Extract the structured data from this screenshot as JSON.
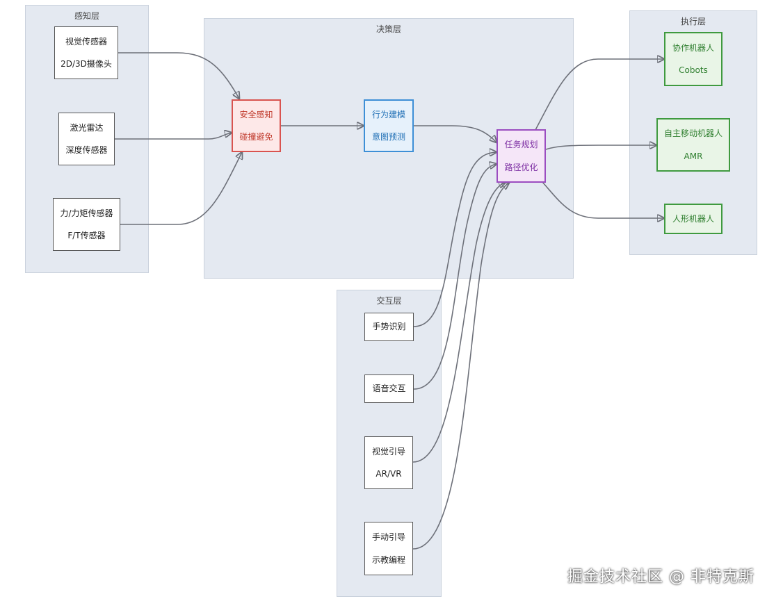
{
  "layers": {
    "perception": "感知层",
    "decision": "决策层",
    "execution": "执行层",
    "interaction": "交互层"
  },
  "nodes": {
    "vision_sensor": [
      "视觉传感器",
      "2D/3D摄像头"
    ],
    "lidar": [
      "激光雷达",
      "深度传感器"
    ],
    "force_sensor": [
      "力/力矩传感器",
      "F/T传感器"
    ],
    "safety": [
      "安全感知",
      "碰撞避免"
    ],
    "behavior": [
      "行为建模",
      "意图预测"
    ],
    "planning": [
      "任务规划",
      "路径优化"
    ],
    "cobots": [
      "协作机器人",
      "Cobots"
    ],
    "amr": [
      "自主移动机器人",
      "AMR"
    ],
    "humanoid": [
      "人形机器人"
    ],
    "gesture": [
      "手势识别"
    ],
    "voice": [
      "语音交互"
    ],
    "visual_guide": [
      "视觉引导",
      "AR/VR"
    ],
    "manual_guide": [
      "手动引导",
      "示教编程"
    ]
  },
  "colors": {
    "layer_bg": "#e4e9f1",
    "edge": "#6d7079",
    "safety": "#d9534f",
    "behavior": "#3d8fd6",
    "planning": "#9b4dc0",
    "robots": "#3f9a3f"
  },
  "watermark": "掘金技术社区 @ 非特克斯"
}
